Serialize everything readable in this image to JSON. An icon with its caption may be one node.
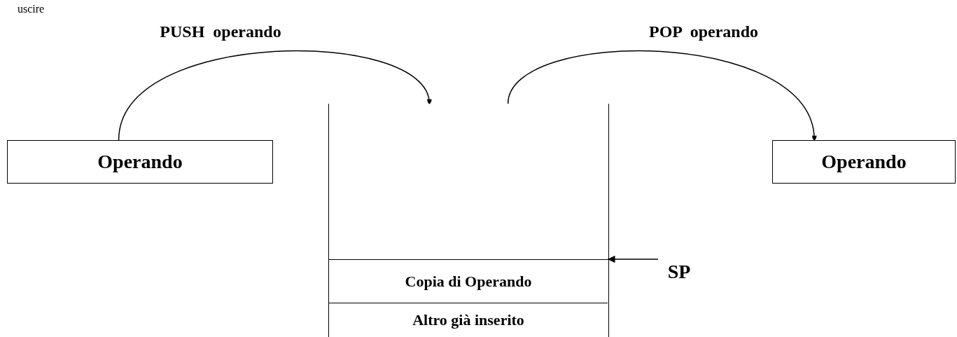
{
  "diagram": {
    "nodes": [
      {
        "text": [
          "Operando"
        ]
      },
      {
        "text": [],
        "shape": "box"
      },
      {
        "text": [
          "Copia di Operando"
        ],
        "in": 1
      },
      {
        "text": [
          "Altro già inserito"
        ],
        "in": 1
      },
      {
        "text": [
          "Operando"
        ]
      },
      {
        "text": [
          "SP"
        ]
      }
    ],
    "edges": [
      {
        "from": 0,
        "to": 1,
        "arrow": "to",
        "label": "PUSH  operando"
      },
      {
        "from": 1,
        "to": 4,
        "arrow": "to",
        "label": "POP  operando"
      },
      {
        "from": 5,
        "to": 2,
        "arrow": "to"
      }
    ],
    "labels": [
      "uscire"
    ]
  }
}
